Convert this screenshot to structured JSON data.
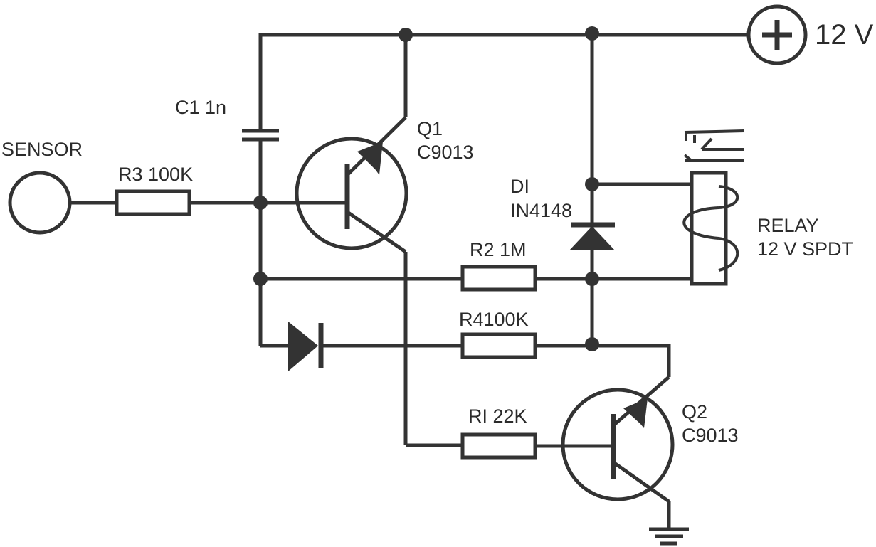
{
  "labels": {
    "supply": "12 V",
    "sensor": "SENSOR",
    "r3": "R3 100K",
    "c1": "C1 1n",
    "q1_name": "Q1",
    "q1_part": "C9013",
    "d1_name": "DI",
    "d1_part": "IN4148",
    "relay_name": "RELAY",
    "relay_spec": "12 V SPDT",
    "r2": "R2  1M",
    "r4": "R4100K",
    "r1": "RI 22K",
    "q2_name": "Q2",
    "q2_part": "C9013"
  }
}
